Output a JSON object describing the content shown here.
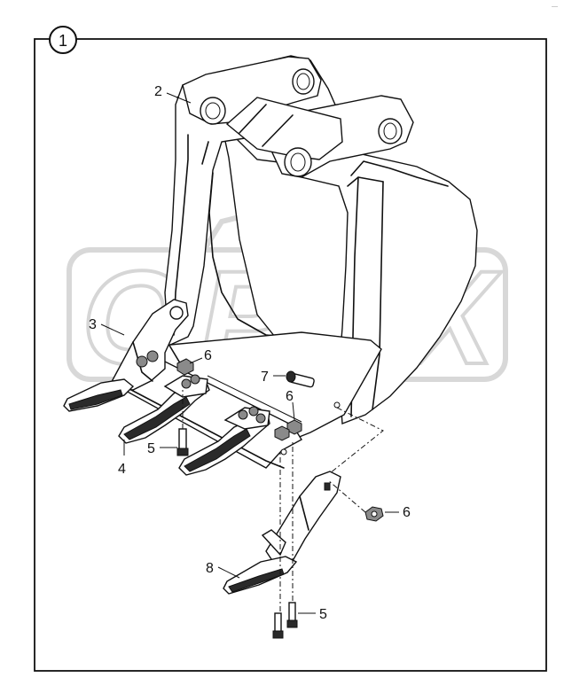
{
  "figure": {
    "assembly_number": "1",
    "corner_mark": "—",
    "watermark": "OPEX"
  },
  "callouts": {
    "c2": "2",
    "c3": "3",
    "c4": "4",
    "c5a": "5",
    "c5b": "5",
    "c6a": "6",
    "c6b": "6",
    "c6c": "6",
    "c7": "7",
    "c8": "8"
  }
}
